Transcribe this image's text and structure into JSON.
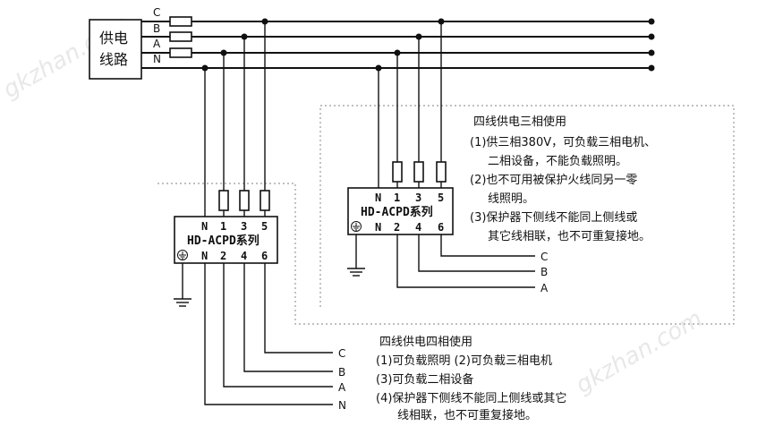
{
  "supply_box": {
    "line1": "供电",
    "line2": "线路"
  },
  "bus_labels": [
    "C",
    "B",
    "A",
    "N"
  ],
  "watermark": "gkzhan.com",
  "left_module": {
    "top_terminals": [
      "N",
      "1",
      "3",
      "5"
    ],
    "model": "HD-ACPD系列",
    "bottom_terminals": [
      "N",
      "2",
      "4",
      "6"
    ],
    "output_labels": [
      "C",
      "B",
      "A",
      "N"
    ]
  },
  "right_module": {
    "top_terminals": [
      "N",
      "1",
      "3",
      "5"
    ],
    "model": "HD-ACPD系列",
    "bottom_terminals": [
      "N",
      "2",
      "4",
      "6"
    ],
    "output_labels": [
      "C",
      "B",
      "A"
    ]
  },
  "notes_three_phase": {
    "title": "四线供电三相使用",
    "lines": [
      "(1)供三相380V，可负载三相电机、",
      "二相设备，不能负载照明。",
      "(2)也不可用被保护火线同另一零",
      "线照明。",
      "(3)保护器下侧线不能同上侧线或",
      "其它线相联，也不可重复接地。"
    ]
  },
  "notes_four_phase": {
    "title": "四线供电四相使用",
    "lines": [
      "(1)可负载照明   (2)可负载三相电机",
      "(3)可负载二相设备",
      "(4)保护器下侧线不能同上侧线或其它",
      "线相联，也不可重复接地。"
    ]
  }
}
